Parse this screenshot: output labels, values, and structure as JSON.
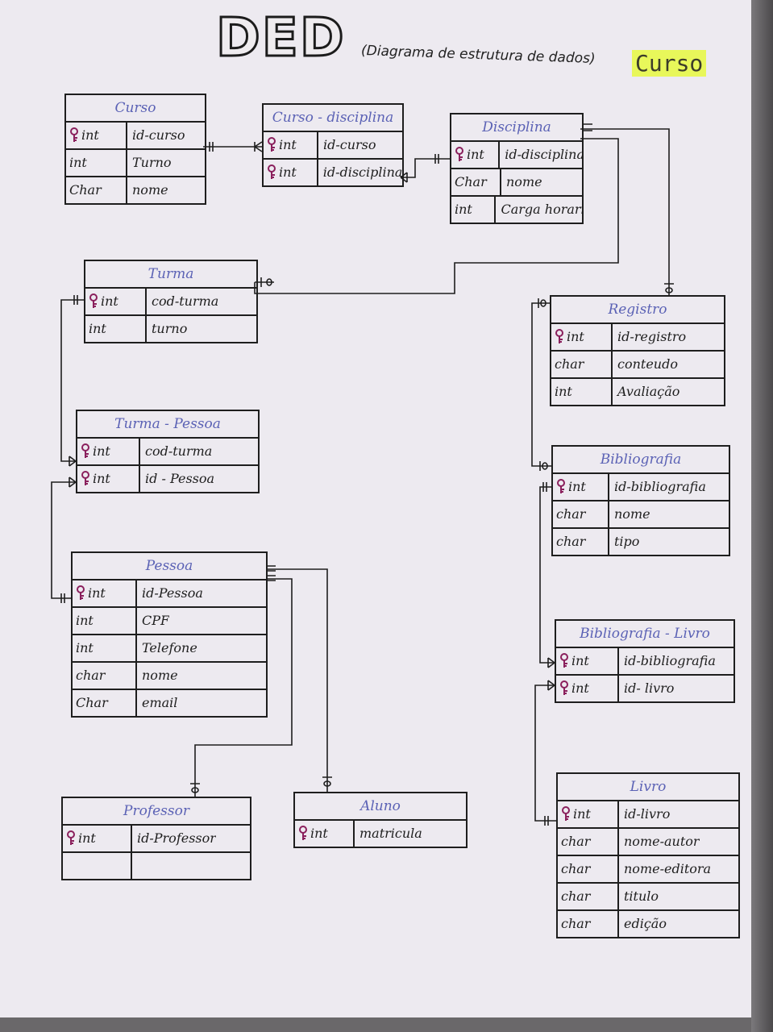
{
  "header": {
    "title": "DED",
    "subtitle": "(Diagrama de estrutura de dados)",
    "highlight": "Curso"
  },
  "entities": {
    "curso": {
      "name": "Curso",
      "rows": [
        {
          "type": "int",
          "attr": "id-curso",
          "key": true
        },
        {
          "type": "int",
          "attr": "Turno",
          "key": false
        },
        {
          "type": "Char",
          "attr": "nome",
          "key": false
        }
      ]
    },
    "curso_disciplina": {
      "name": "Curso - disciplina",
      "rows": [
        {
          "type": "int",
          "attr": "id-curso",
          "key": true
        },
        {
          "type": "int",
          "attr": "id-disciplina",
          "key": true
        }
      ]
    },
    "disciplina": {
      "name": "Disciplina",
      "rows": [
        {
          "type": "int",
          "attr": "id-disciplina",
          "key": true
        },
        {
          "type": "Char",
          "attr": "nome",
          "key": false
        },
        {
          "type": "int",
          "attr": "Carga horaria",
          "key": false
        }
      ]
    },
    "turma": {
      "name": "Turma",
      "rows": [
        {
          "type": "int",
          "attr": "cod-turma",
          "key": true
        },
        {
          "type": "int",
          "attr": "turno",
          "key": false
        }
      ]
    },
    "registro": {
      "name": "Registro",
      "rows": [
        {
          "type": "int",
          "attr": "id-registro",
          "key": true
        },
        {
          "type": "char",
          "attr": "conteudo",
          "key": false
        },
        {
          "type": "int",
          "attr": "Avaliação",
          "key": false
        }
      ]
    },
    "turma_pessoa": {
      "name": "Turma - Pessoa",
      "rows": [
        {
          "type": "int",
          "attr": "cod-turma",
          "key": true
        },
        {
          "type": "int",
          "attr": "id - Pessoa",
          "key": true
        }
      ]
    },
    "bibliografia": {
      "name": "Bibliografia",
      "rows": [
        {
          "type": "int",
          "attr": "id-bibliografia",
          "key": true
        },
        {
          "type": "char",
          "attr": "nome",
          "key": false
        },
        {
          "type": "char",
          "attr": "tipo",
          "key": false
        }
      ]
    },
    "pessoa": {
      "name": "Pessoa",
      "rows": [
        {
          "type": "int",
          "attr": "id-Pessoa",
          "key": true
        },
        {
          "type": "int",
          "attr": "CPF",
          "key": false
        },
        {
          "type": "int",
          "attr": "Telefone",
          "key": false
        },
        {
          "type": "char",
          "attr": "nome",
          "key": false
        },
        {
          "type": "Char",
          "attr": "email",
          "key": false
        }
      ]
    },
    "bibliografia_livro": {
      "name": "Bibliografia - Livro",
      "rows": [
        {
          "type": "int",
          "attr": "id-bibliografia",
          "key": true
        },
        {
          "type": "int",
          "attr": "id- livro",
          "key": true
        }
      ]
    },
    "livro": {
      "name": "Livro",
      "rows": [
        {
          "type": "int",
          "attr": "id-livro",
          "key": true
        },
        {
          "type": "char",
          "attr": "nome-autor",
          "key": false
        },
        {
          "type": "char",
          "attr": "nome-editora",
          "key": false
        },
        {
          "type": "char",
          "attr": "titulo",
          "key": false
        },
        {
          "type": "char",
          "attr": "edição",
          "key": false
        }
      ]
    },
    "professor": {
      "name": "Professor",
      "rows": [
        {
          "type": "int",
          "attr": "id-Professor",
          "key": true
        },
        {
          "type": "",
          "attr": "",
          "key": false
        }
      ]
    },
    "aluno": {
      "name": "Aluno",
      "rows": [
        {
          "type": "int",
          "attr": "matricula",
          "key": true
        }
      ]
    }
  },
  "colors": {
    "paper": "#edeaf0",
    "ink": "#1e1e1e",
    "entity_name": "#5b62b5",
    "key_icon": "#8a1f5c",
    "highlight": "#e8f75a"
  }
}
